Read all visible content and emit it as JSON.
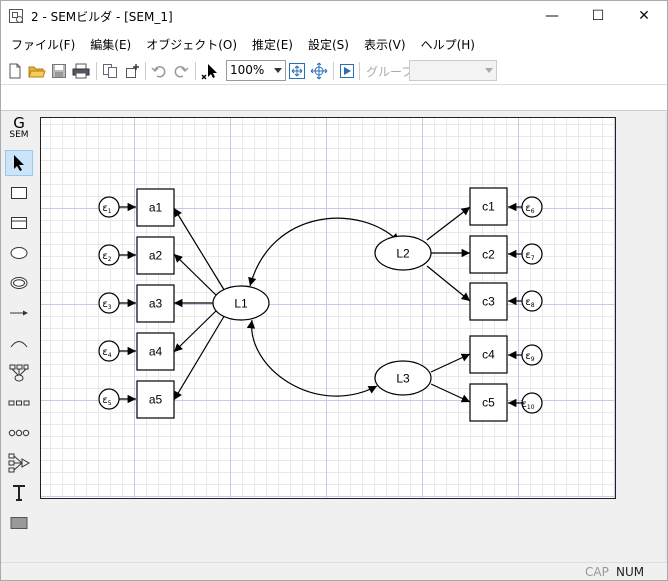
{
  "window": {
    "title": "2 - SEMビルダ - [SEM_1]",
    "minimize_glyph": "—",
    "maximize_glyph": "☐",
    "close_glyph": "✕"
  },
  "menu": [
    "ファイル(F)",
    "編集(E)",
    "オブジェクト(O)",
    "推定(E)",
    "設定(S)",
    "表示(V)",
    "ヘルプ(H)"
  ],
  "toolbar": {
    "zoom": "100%",
    "group_label": "グループ:",
    "group_value": ""
  },
  "palette": {
    "logo_top": "G",
    "logo_bottom": "SEM",
    "tools": [
      "select-tool",
      "observed-variable-tool",
      "generalized-response-tool",
      "latent-variable-tool",
      "multilevel-latent-tool",
      "path-tool",
      "covariance-tool",
      "measurement-component-tool",
      "regression-component-tool",
      "latent-regression-tool",
      "tree-component-tool",
      "text-tool",
      "area-tool"
    ]
  },
  "diagram": {
    "latents": [
      {
        "name": "L1",
        "label": "L1"
      },
      {
        "name": "L2",
        "label": "L2"
      },
      {
        "name": "L3",
        "label": "L3"
      }
    ],
    "observed": [
      {
        "name": "a1",
        "label": "a1",
        "error": "ε",
        "error_sub": "1"
      },
      {
        "name": "a2",
        "label": "a2",
        "error": "ε",
        "error_sub": "2"
      },
      {
        "name": "a3",
        "label": "a3",
        "error": "ε",
        "error_sub": "3"
      },
      {
        "name": "a4",
        "label": "a4",
        "error": "ε",
        "error_sub": "4"
      },
      {
        "name": "a5",
        "label": "a5",
        "error": "ε",
        "error_sub": "5"
      },
      {
        "name": "c1",
        "label": "c1",
        "error": "ε",
        "error_sub": "6"
      },
      {
        "name": "c2",
        "label": "c2",
        "error": "ε",
        "error_sub": "7"
      },
      {
        "name": "c3",
        "label": "c3",
        "error": "ε",
        "error_sub": "8"
      },
      {
        "name": "c4",
        "label": "c4",
        "error": "ε",
        "error_sub": "9"
      },
      {
        "name": "c5",
        "label": "c5",
        "error": "ε",
        "error_sub": "10"
      }
    ]
  },
  "status": {
    "cap": "CAP",
    "num": "NUM"
  }
}
